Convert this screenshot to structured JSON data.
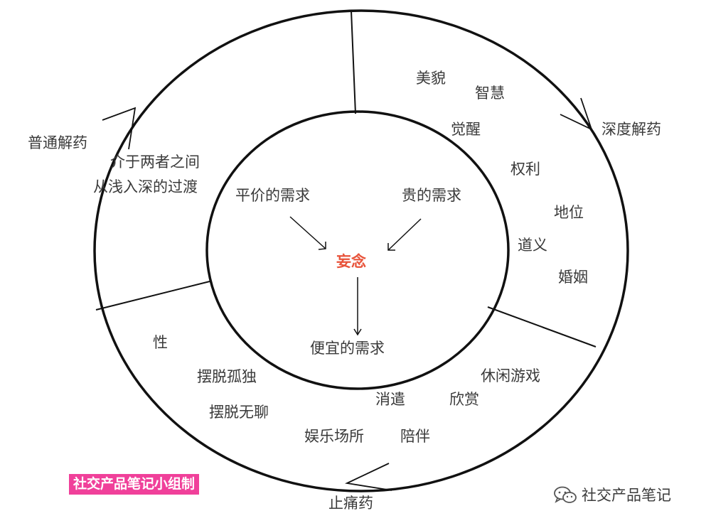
{
  "center": "妄念",
  "inner": {
    "cheap": "平价的需求",
    "expensive": "贵的需求",
    "result": "便宜的需求"
  },
  "sections": {
    "deep": {
      "title": "深度解药",
      "items": [
        "美貌",
        "智慧",
        "觉醒",
        "权利",
        "地位",
        "道义",
        "婚姻"
      ]
    },
    "painkiller": {
      "title": "止痛药",
      "items_left": [
        "性",
        "摆脱孤独",
        "摆脱无聊",
        "娱乐场所"
      ],
      "items_right": [
        "休闲游戏",
        "消遣",
        "欣赏",
        "陪伴"
      ]
    },
    "normal": {
      "title": "普通解药",
      "note_line1": "介于两者之间",
      "note_line2": "从浅入深的过渡"
    }
  },
  "badge": "社交产品笔记小组制",
  "watermark": {
    "icon": "wechat-icon",
    "text": "社交产品笔记"
  }
}
